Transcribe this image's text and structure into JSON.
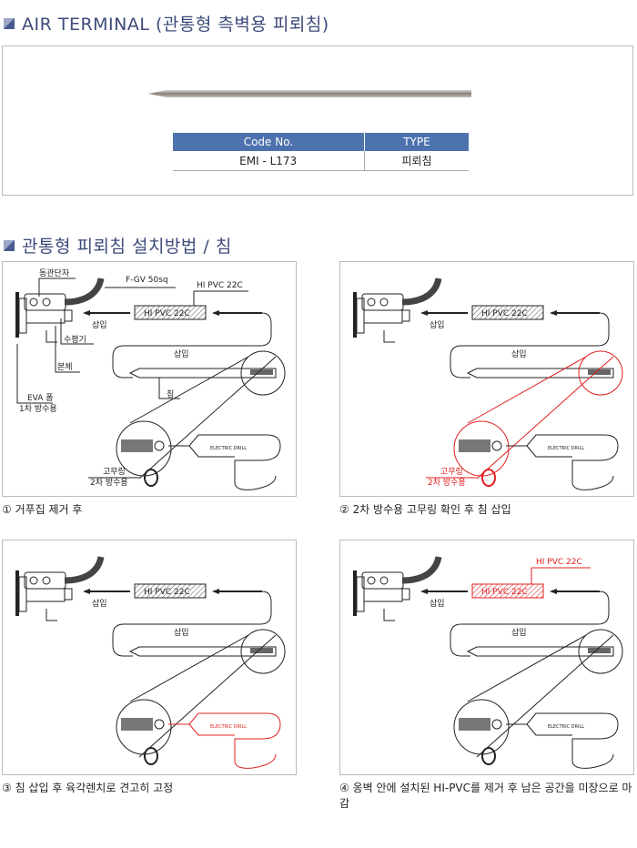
{
  "section1": {
    "title": "AIR TERMINAL (관통형 측벽용 피뢰침)"
  },
  "spec_table": {
    "headers": [
      "Code No.",
      "TYPE"
    ],
    "rows": [
      [
        "EMI - L173",
        "피뢰침"
      ]
    ]
  },
  "section2": {
    "title": "관통형 피뢰침 설치방법 / 침"
  },
  "labels": {
    "copper_terminal": "동관단자",
    "cable": "F-GV 50sq",
    "pvc_label": "HI PVC 22C",
    "pvc_box": "HI PVC 22C",
    "insert": "삽입",
    "level": "수평기",
    "body": "본체",
    "eva": "EVA 폼",
    "first_waterproof": "1차 방수용",
    "pin": "침",
    "oring": "고무링",
    "second_waterproof": "2차 방수용",
    "drill": "ELECTRIC DRILL"
  },
  "steps": [
    {
      "caption": "① 거푸집 제거 후"
    },
    {
      "caption": "② 2차 방수용 고무링 확인 후 침 삽입"
    },
    {
      "caption": "③ 침 삽입 후 육각렌치로 견고히 고정"
    },
    {
      "caption": "④ 옹벽 안에 설치된 HI-PVC를 제거 후 남은 공간을 미장으로 마감"
    }
  ],
  "colors": {
    "accent": "#4d72ad",
    "highlight": "#e02020"
  }
}
